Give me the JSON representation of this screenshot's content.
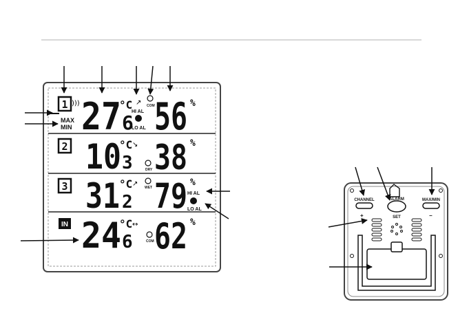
{
  "display": {
    "rows": [
      {
        "channel": "1",
        "temp_int": "27",
        "temp_dec": "6",
        "unit": "°C",
        "humidity": "56",
        "pct": "%",
        "max_label": "MAX",
        "min_label": "MIN",
        "hi_label": "HI AL",
        "lo_label": "LO AL",
        "comfort_label": "COM"
      },
      {
        "channel": "2",
        "temp_int": "10",
        "temp_dec": "3",
        "unit": "°C",
        "humidity": "38",
        "pct": "%",
        "comfort_label": "DRY"
      },
      {
        "channel": "3",
        "temp_int": "31",
        "temp_dec": "2",
        "unit": "°C",
        "humidity": "79",
        "pct": "%",
        "hi_label": "HI AL",
        "lo_label": "LO AL",
        "comfort_label": "WET"
      },
      {
        "channel": "IN",
        "temp_int": "24",
        "temp_dec": "6",
        "unit": "°C",
        "humidity": "62",
        "pct": "%",
        "comfort_label": "COM"
      }
    ]
  },
  "back": {
    "channel_button": "CHANNEL",
    "channel_sign": "+",
    "alarm_button": "ALARM",
    "set_label": "SET",
    "maxmin_button": "MAX/MIN",
    "maxmin_sign": "−"
  },
  "colors": {
    "ink": "#111111",
    "frame": "#555555",
    "divider": "#cccccc"
  }
}
